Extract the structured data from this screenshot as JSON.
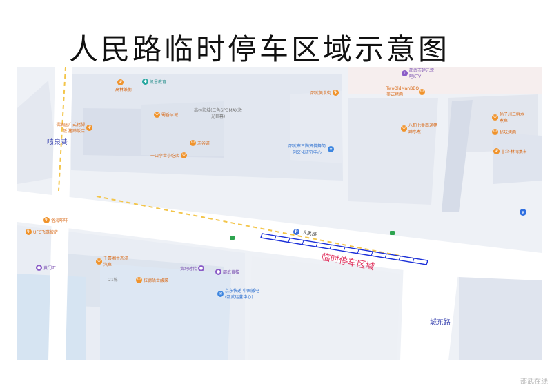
{
  "title": "人民路临时停车区域示意图",
  "parking_label": "临时停车区域",
  "roads": {
    "renmin": "人民路",
    "chengdong": "城东路",
    "penquan": "喷泉巷"
  },
  "pois": [
    {
      "label": "高林兼衡",
      "style": "orange"
    },
    {
      "label": "凯恩教育",
      "style": "teal"
    },
    {
      "label": "邵武市建元欢唱KTV",
      "style": "purple"
    },
    {
      "label": "邵武美食街",
      "style": "orange"
    },
    {
      "label": "TwoOldManBBQ美式烤肉",
      "style": "orange"
    },
    {
      "label": "蜀香冰城",
      "style": "orange"
    },
    {
      "label": "高林影城(三色6PDMAX激光巨幕)",
      "style": "grey"
    },
    {
      "label": "福满园广式猪脚饭 猪蹄饭店",
      "style": "orange"
    },
    {
      "label": "八旬七番南通猪蹄水煮",
      "style": "orange"
    },
    {
      "label": "扬子川三鲜水煮鱼",
      "style": "orange"
    },
    {
      "label": "秘味烤肉",
      "style": "orange"
    },
    {
      "label": "禾谷道",
      "style": "orange"
    },
    {
      "label": "邵武市三陶贤佛舞简创文化研究中心",
      "style": "blue"
    },
    {
      "label": "一口李士小吃店",
      "style": "orange"
    },
    {
      "label": "喜众·林湾集市",
      "style": "orange"
    },
    {
      "label": "俗海咔啡",
      "style": "orange"
    },
    {
      "label": "UFC飞碟披萨",
      "style": "orange"
    },
    {
      "label": "黄门汇",
      "style": "purple"
    },
    {
      "label": "千喜湘生态漂汽鱼",
      "style": "orange"
    },
    {
      "label": "贵玛时代",
      "style": "purple"
    },
    {
      "label": "邵武黄楼",
      "style": "purple"
    },
    {
      "label": "拉德晤士酸菜",
      "style": "orange"
    },
    {
      "label": "京东快递 中国搬电(邵武运营中心)",
      "style": "blue"
    }
  ],
  "house_number": "21栋",
  "watermark": "邵武在线"
}
